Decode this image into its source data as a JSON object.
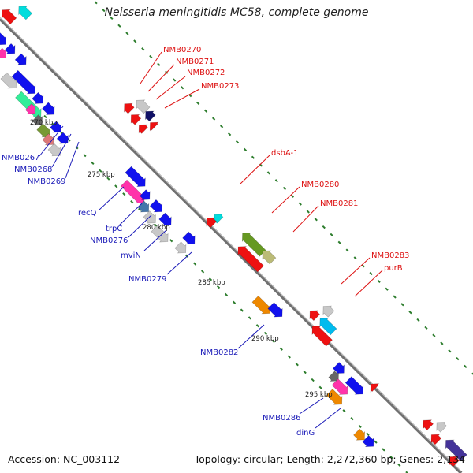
{
  "title": "Neisseria meningitidis MC58, complete genome",
  "footer": {
    "accession": "Accession: NC_003112",
    "topology": "Topology: circular; Length: 2,272,360 bp; Genes: 2,134"
  },
  "colors": {
    "backbone": "#8a8a8a",
    "tick": "#2d7d2d",
    "label_top": "#dd1111",
    "label_bottom": "#1a1ab8",
    "feature_red": "#ee1111",
    "feature_blue": "#1111ee",
    "feature_grey": "#c8c8c8"
  },
  "kbp_labels": [
    "270 kbp",
    "275 kbp",
    "280 kbp",
    "285 kbp",
    "290 kbp",
    "295 kbp"
  ],
  "top_labels": [
    "NMB0270",
    "NMB0271",
    "NMB0272",
    "NMB0273",
    "dsbA-1",
    "NMB0280",
    "NMB0281",
    "NMB0283",
    "purB"
  ],
  "bottom_labels": [
    "NMB0267",
    "NMB0268",
    "NMB0269",
    "recQ",
    "trpC",
    "NMB0276",
    "mviN",
    "NMB0279",
    "NMB0282",
    "NMB0286",
    "dinG"
  ]
}
